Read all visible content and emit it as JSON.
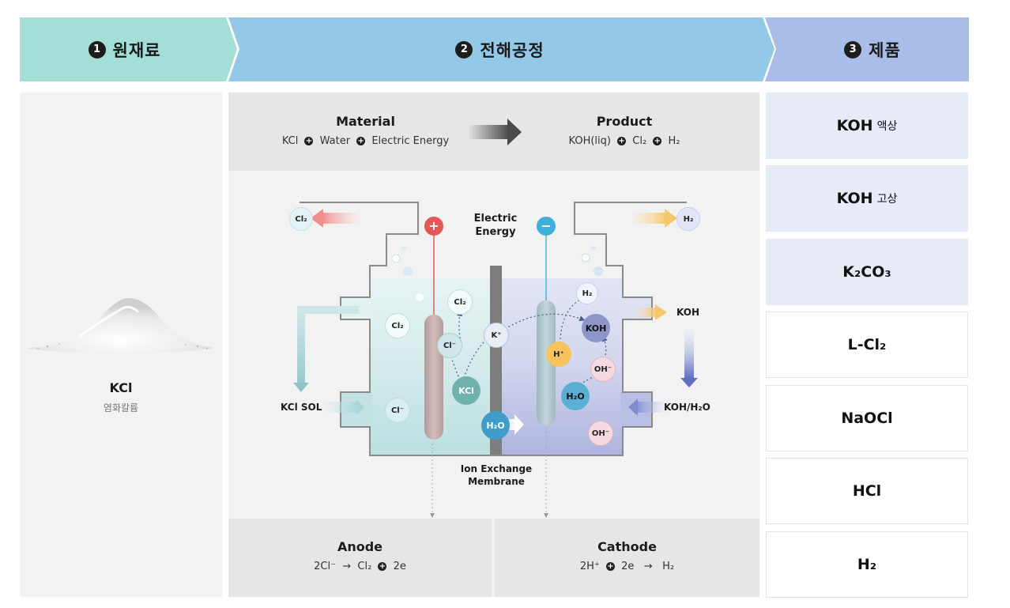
{
  "steps": [
    {
      "num": "1",
      "label": "원재료"
    },
    {
      "num": "2",
      "label": "전해공정"
    },
    {
      "num": "3",
      "label": "제품"
    }
  ],
  "raw_material": {
    "name": "KCl",
    "korean": "염화칼륨"
  },
  "process": {
    "material_title": "Material",
    "material_items": [
      "KCl",
      "Water",
      "Electric Energy"
    ],
    "product_title": "Product",
    "product_items": [
      "KOH(liq)",
      "Cl₂",
      "H₂"
    ],
    "diagram": {
      "cl2_out": "Cl₂",
      "h2_out": "H₂",
      "electric_energy": "Electric\nEnergy",
      "koh_out": "KOH",
      "kcl_sol": "KCl SOL",
      "koh_h2o_in": "KOH/H₂O",
      "membrane": "Ion Exchange\nMembrane",
      "anode_sign": "+",
      "cathode_sign": "−",
      "ions": {
        "cl2_a": "Cl₂",
        "cl2_b": "Cl₂",
        "cl_a": "Cl⁻",
        "cl_b": "Cl⁻",
        "kcl": "KCl",
        "k_plus": "K⁺",
        "h2o_arrow": "H₂O",
        "h2": "H₂",
        "koh": "KOH",
        "h_plus": "H⁺",
        "oh_a": "OH⁻",
        "h2o": "H₂O",
        "oh_b": "OH⁻"
      }
    },
    "anode_title": "Anode",
    "anode_reaction": [
      "2Cl⁻",
      "→",
      "Cl₂",
      "2e"
    ],
    "cathode_title": "Cathode",
    "cathode_reaction": [
      "2H⁺",
      "2e",
      "→",
      "H₂"
    ]
  },
  "products": [
    {
      "name": "KOH",
      "suffix": "액상"
    },
    {
      "name": "KOH",
      "suffix": "고상"
    },
    {
      "name": "K₂CO₃",
      "suffix": ""
    },
    {
      "name": "L-Cl₂",
      "suffix": ""
    },
    {
      "name": "NaOCl",
      "suffix": ""
    },
    {
      "name": "HCl",
      "suffix": ""
    },
    {
      "name": "H₂",
      "suffix": ""
    }
  ],
  "colors": {
    "step1": "#a3dfd6",
    "step2": "#93c8e6",
    "step3": "#a9bde8",
    "anode_liquid": "#cfe8e8",
    "cathode_liquid": "#c4c9e8"
  }
}
